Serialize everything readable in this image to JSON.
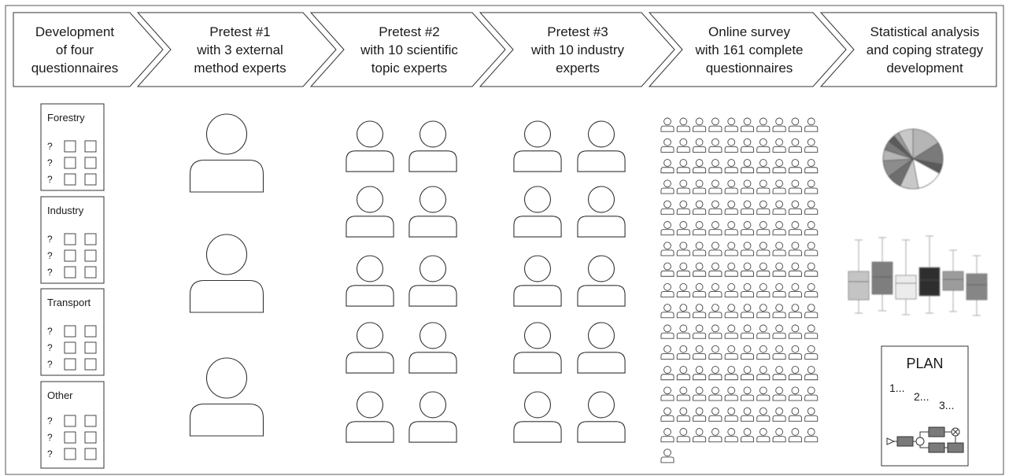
{
  "stages": [
    {
      "lines": [
        "Development",
        "of four",
        "questionnaires"
      ]
    },
    {
      "lines": [
        "Pretest #1",
        "with 3 external",
        "method experts"
      ]
    },
    {
      "lines": [
        "Pretest #2",
        "with 10 scientific",
        "topic experts"
      ]
    },
    {
      "lines": [
        "Pretest #3",
        "with 10 industry",
        "experts"
      ]
    },
    {
      "lines": [
        "Online survey",
        "with 161 complete",
        "questionnaires"
      ]
    },
    {
      "lines": [
        "Statistical analysis",
        "and coping strategy",
        "development"
      ]
    }
  ],
  "questionnaires": [
    {
      "title": "Forestry",
      "question_mark": "?"
    },
    {
      "title": "Industry",
      "question_mark": "?"
    },
    {
      "title": "Transport",
      "question_mark": "?"
    },
    {
      "title": "Other",
      "question_mark": "?"
    }
  ],
  "participants": {
    "pretest1_count": 3,
    "pretest2_count": 10,
    "pretest3_count": 10,
    "survey_count": 161
  },
  "plan": {
    "title": "PLAN",
    "steps": [
      "1...",
      "2...",
      "3..."
    ]
  },
  "colors": {
    "outline": "#333333",
    "pie_shades": [
      "#b5b5b5",
      "#7a7a7a",
      "#5a5a5a",
      "#9a9a9a",
      "#c8c8c8",
      "#6e6e6e",
      "#8c8c8c",
      "#ffffff"
    ],
    "box_shades": [
      "#c4c4c4",
      "#7e7e7e",
      "#ececec",
      "#2e2e2e",
      "#9c9c9c",
      "#868686"
    ]
  }
}
